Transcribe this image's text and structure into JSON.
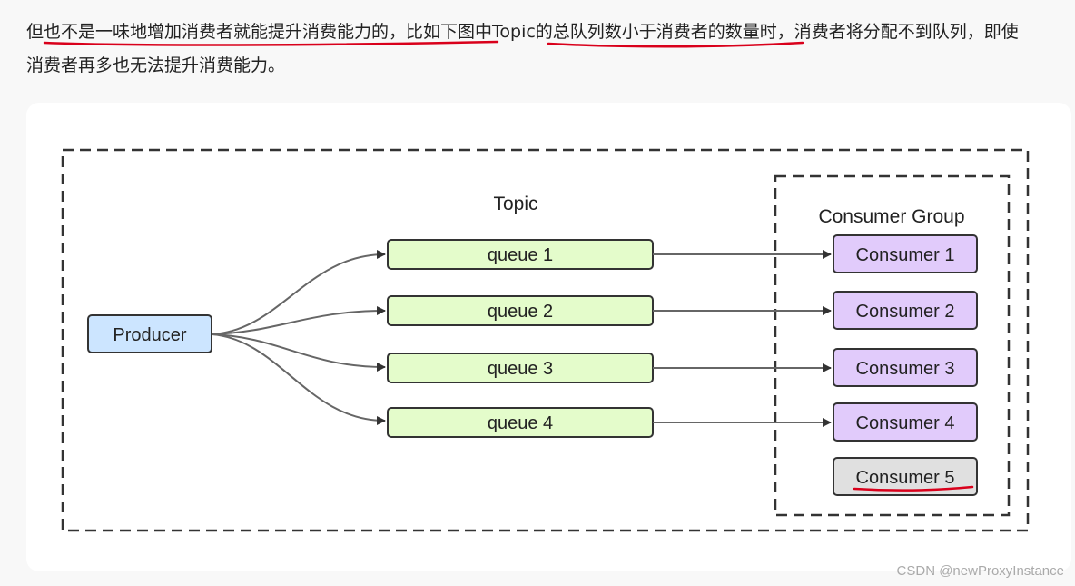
{
  "paragraph": {
    "line1": "但也不是一味地增加消费者就能提升消费能力的，比如下图中Topic的总队列数小于消费者的数量时，消费者将分配不到队列，即使",
    "line2": "消费者再多也无法提升消费能力。"
  },
  "diagram": {
    "topic_label": "Topic",
    "group_label": "Consumer Group",
    "producer_label": "Producer",
    "queues": [
      "queue 1",
      "queue 2",
      "queue 3",
      "queue 4"
    ],
    "consumers": [
      "Consumer 1",
      "Consumer 2",
      "Consumer 3",
      "Consumer 4",
      "Consumer 5"
    ],
    "colors": {
      "producer_fill": "#cce5ff",
      "queue_fill": "#e4fccb",
      "consumer_fill": "#e1cbfb",
      "idle_consumer_fill": "#e0e0e0",
      "annotation_underline": "#d9001b"
    }
  },
  "watermark": "CSDN @newProxyInstance"
}
